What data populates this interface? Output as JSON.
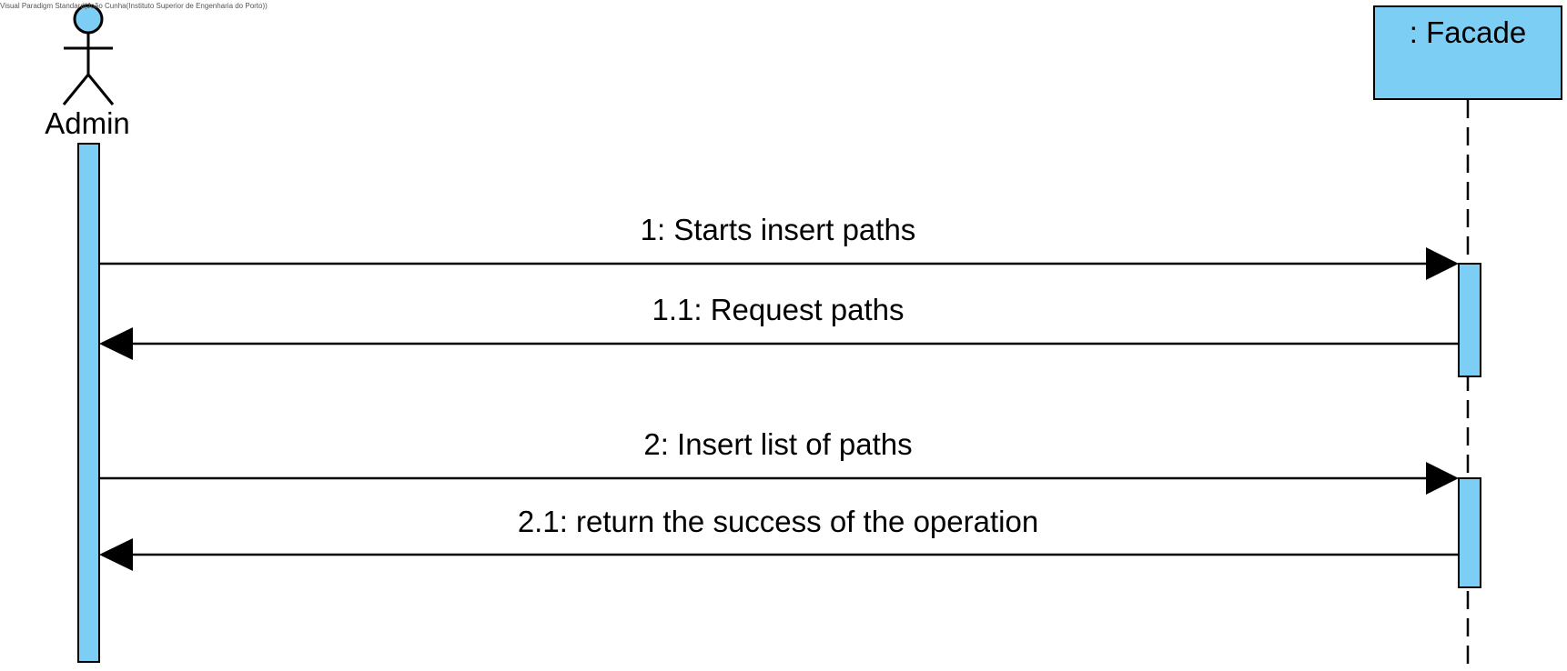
{
  "watermark": "Visual Paradigm Standard(João Cunha(Instituto Superior de Engenharia do Porto))",
  "actor": {
    "label": "Admin"
  },
  "lifeline": {
    "label": ": Facade"
  },
  "messages": [
    {
      "label": "1: Starts insert paths",
      "direction": "to-lifeline",
      "style": "synchronous"
    },
    {
      "label": "1.1: Request paths",
      "direction": "to-actor",
      "style": "synchronous"
    },
    {
      "label": "2: Insert list of paths",
      "direction": "to-lifeline",
      "style": "synchronous"
    },
    {
      "label": "2.1: return the success of the operation",
      "direction": "to-actor",
      "style": "synchronous"
    }
  ],
  "colors": {
    "fill": "#7dcef4",
    "stroke": "#000000",
    "background": "#ffffff"
  }
}
